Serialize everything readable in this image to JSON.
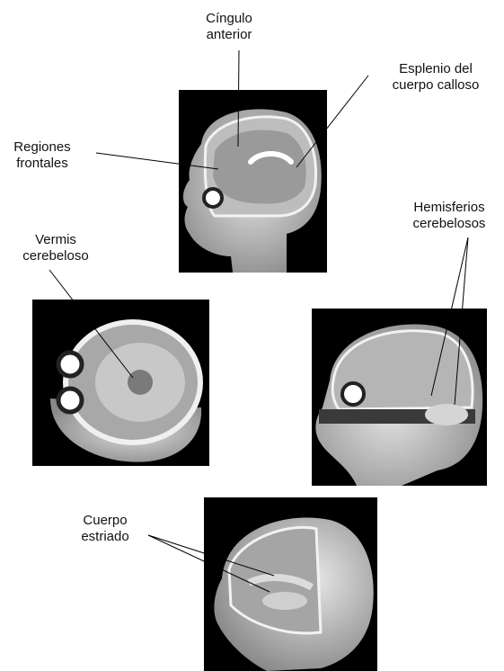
{
  "labels": {
    "cingulo": "Cíngulo\nanterior",
    "esplenio": "Esplenio del\ncuerpo calloso",
    "regiones": "Regiones\nfrontales",
    "hemisferios": "Hemisferios\ncerebelosos",
    "vermis": "Vermis\ncerebeloso",
    "cuerpo": "Cuerpo\nestriado"
  },
  "colors": {
    "background": "#ffffff",
    "panel": "#000000",
    "skin": "#cfcfcf",
    "brain_white": "#e8e8e8",
    "brain_gray": "#8a8a8a"
  }
}
